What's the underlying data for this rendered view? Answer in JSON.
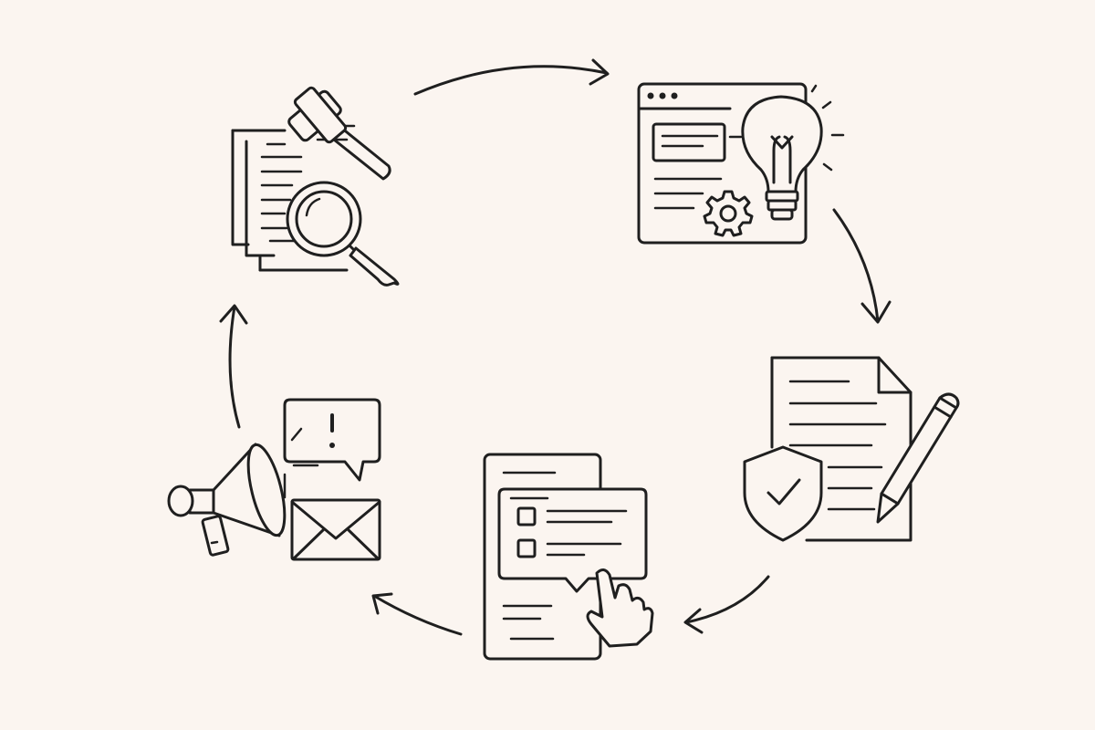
{
  "diagram": {
    "type": "cycle",
    "direction": "clockwise",
    "colors": {
      "background": "#fbf5f0",
      "ink": "#1f1f1f"
    },
    "stages": [
      {
        "id": "legal-review",
        "icons": [
          "document-icon",
          "gavel-icon",
          "magnifier-icon"
        ]
      },
      {
        "id": "ideation",
        "icons": [
          "browser-window-icon",
          "lightbulb-icon",
          "gear-icon"
        ]
      },
      {
        "id": "agreement",
        "icons": [
          "document-icon",
          "shield-check-icon",
          "pencil-icon"
        ]
      },
      {
        "id": "selection",
        "icons": [
          "mobile-form-icon",
          "checklist-icon",
          "pointer-hand-icon"
        ]
      },
      {
        "id": "communication",
        "icons": [
          "megaphone-icon",
          "alert-bubble-icon",
          "envelope-icon"
        ]
      }
    ],
    "arrows": [
      {
        "from": "legal-review",
        "to": "ideation"
      },
      {
        "from": "ideation",
        "to": "agreement"
      },
      {
        "from": "agreement",
        "to": "selection"
      },
      {
        "from": "selection",
        "to": "communication"
      },
      {
        "from": "communication",
        "to": "legal-review"
      }
    ]
  }
}
